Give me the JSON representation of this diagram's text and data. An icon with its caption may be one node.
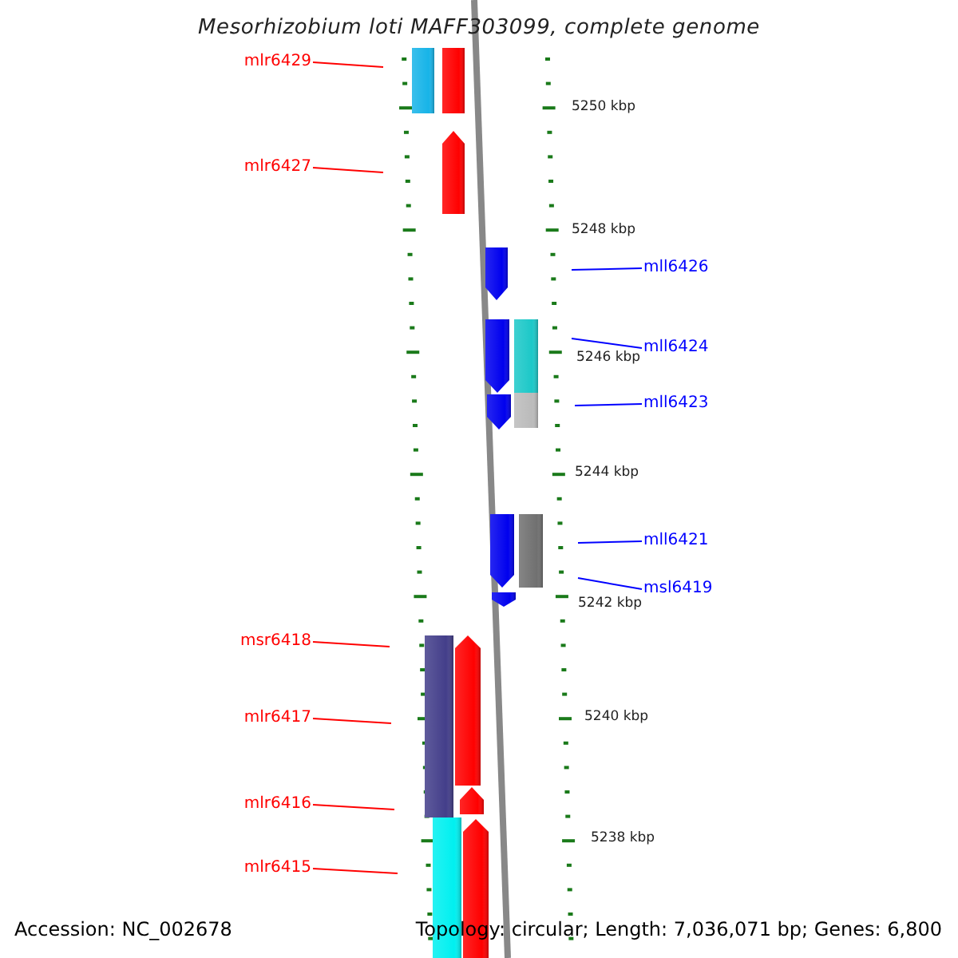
{
  "diagram": {
    "title": "Mesorhizobium loti MAFF303099, complete genome",
    "nodes": [
      {
        "text": [
          "mlr6429"
        ]
      },
      {
        "text": [
          "mlr6427"
        ]
      },
      {
        "text": [
          "mll6426"
        ]
      },
      {
        "text": [
          "mll6424"
        ]
      },
      {
        "text": [
          "mll6423"
        ]
      },
      {
        "text": [
          "mll6421"
        ]
      },
      {
        "text": [
          "msl6419"
        ]
      },
      {
        "text": [
          "msr6418"
        ]
      },
      {
        "text": [
          "mlr6417"
        ]
      },
      {
        "text": [
          "mlr6416"
        ]
      },
      {
        "text": [
          "mlr6415"
        ]
      }
    ],
    "edges": [
      {
        "from": 0,
        "to": null,
        "arrow": "none"
      },
      {
        "from": 1,
        "to": null,
        "arrow": "none"
      },
      {
        "from": 2,
        "to": null,
        "arrow": "none",
        "color": "#0000ff"
      },
      {
        "from": 3,
        "to": null,
        "arrow": "none",
        "color": "#0000ff"
      },
      {
        "from": 4,
        "to": null,
        "arrow": "none",
        "color": "#0000ff"
      },
      {
        "from": 5,
        "to": null,
        "arrow": "none",
        "color": "#0000ff"
      },
      {
        "from": 6,
        "to": null,
        "arrow": "none",
        "color": "#0000ff"
      },
      {
        "from": 7,
        "to": null,
        "arrow": "none"
      },
      {
        "from": 8,
        "to": null,
        "arrow": "none"
      },
      {
        "from": 9,
        "to": null,
        "arrow": "none"
      },
      {
        "from": 10,
        "to": null,
        "arrow": "none"
      }
    ],
    "labels": [
      "5250 kbp",
      "5248 kbp",
      "5246 kbp",
      "5244 kbp",
      "5242 kbp",
      "5240 kbp",
      "5238 kbp",
      "Accession: NC_002678",
      "Topology: circular; Length: 7,036,071 bp; Genes: 6,800"
    ]
  }
}
